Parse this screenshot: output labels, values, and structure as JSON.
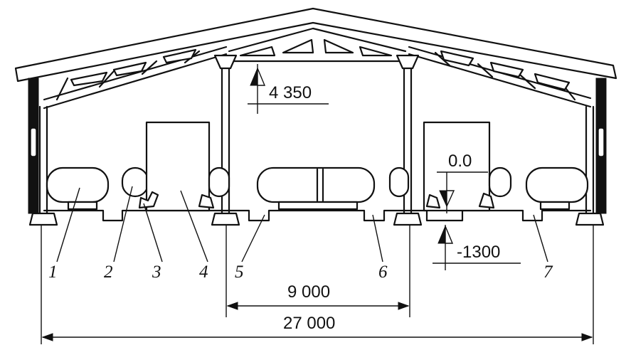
{
  "section": {
    "elevations": {
      "top": "4 350",
      "floor": "0.0",
      "pit": "-1300"
    },
    "dimensions": {
      "middle_span": "9 000",
      "total_span": "27 000"
    },
    "callouts": [
      "1",
      "2",
      "3",
      "4",
      "5",
      "6",
      "7"
    ]
  }
}
